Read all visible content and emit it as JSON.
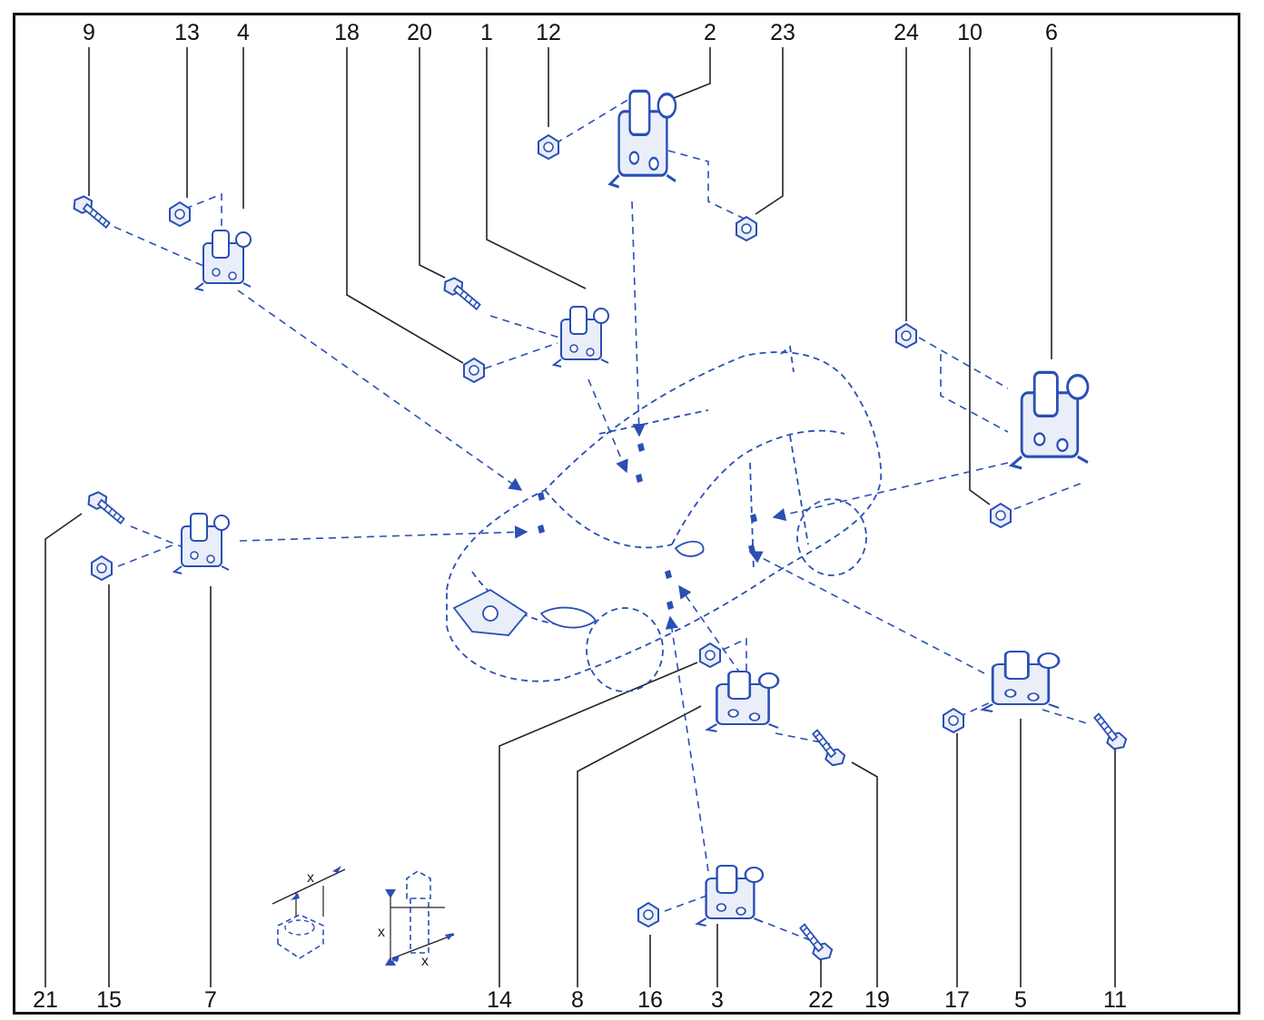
{
  "title": "",
  "colors": {
    "part_line": "#2a4fb5",
    "part_fill": "#e9eef9",
    "leader": "#222222",
    "frame": "#111111"
  },
  "callouts": {
    "top": [
      "9",
      "13",
      "4",
      "18",
      "20",
      "1",
      "12",
      "2",
      "23",
      "24",
      "10",
      "6"
    ],
    "bottom": [
      "21",
      "15",
      "7",
      "14",
      "8",
      "16",
      "3",
      "22",
      "19",
      "17",
      "5",
      "11"
    ]
  },
  "dimension_labels": {
    "nut_width": "x",
    "bolt_length": "x",
    "bolt_width": "x"
  },
  "parts": [
    "bolt-9",
    "nut-13",
    "hinge-4",
    "nut-18",
    "bolt-20",
    "hinge-1",
    "nut-12",
    "hinge-2",
    "nut-23",
    "nut-24",
    "nut-10",
    "hinge-6",
    "bolt-21",
    "nut-15",
    "hinge-7",
    "nut-14",
    "hinge-8",
    "bolt-19",
    "nut-16",
    "hinge-3",
    "bolt-22",
    "nut-17",
    "hinge-5",
    "bolt-11"
  ],
  "vehicle": "suv-outline"
}
